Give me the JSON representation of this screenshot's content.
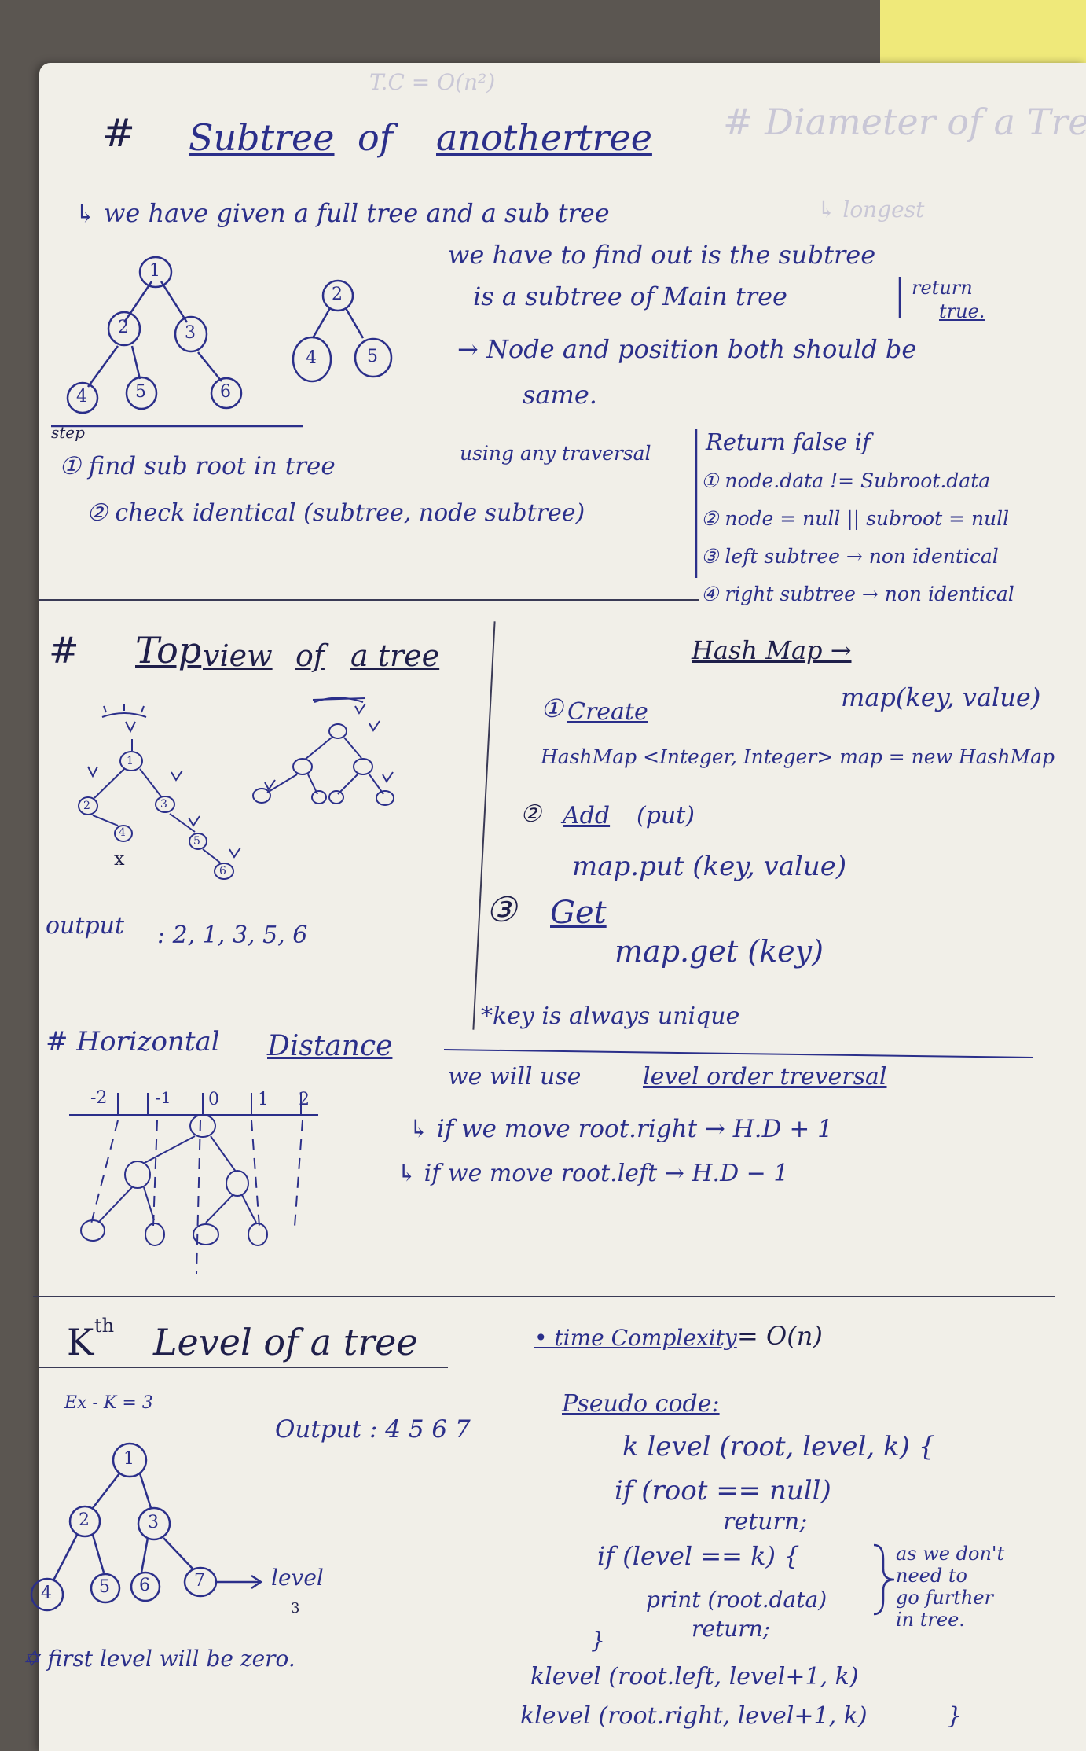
{
  "ghost": {
    "top_formula": "T.C = O(n²)",
    "right_title": "# Diameter of a Tree",
    "right_line": "↳ longest"
  },
  "section1": {
    "hash": "#",
    "title_a": "Subtree",
    "title_b": "of",
    "title_c": "another",
    "title_d": "tree",
    "line1": "↳ we have given a full tree and a sub tree",
    "line2": "we have to find out is the subtree",
    "line3": "is a subtree of Main tree",
    "line3_note_a": "return",
    "line3_note_b": "true.",
    "arrow_note_a": "→ Node and position both should be",
    "arrow_note_b": "same.",
    "tree_main": [
      "1",
      "2",
      "3",
      "4",
      "5",
      "6"
    ],
    "tree_sub": [
      "2",
      "4",
      "5"
    ],
    "step_label": "step",
    "step1": "① find sub root in tree",
    "step1_note": "using any traversal",
    "step2": "② check identical (subtree, node subtree)",
    "return_title": "Return false if",
    "return_items": [
      "① node.data != Subroot.data",
      "② node = null || subroot = null",
      "③ left subtree → non identical",
      "④ right subtree → non identical"
    ]
  },
  "section2": {
    "hash": "#",
    "title_a": "Top",
    "title_b": "view",
    "title_c": "of",
    "title_d": "a tree",
    "tree_labels": [
      "1",
      "2",
      "3",
      "4",
      "5",
      "6"
    ],
    "x_mark": "x",
    "output_label": "output",
    "output_value": ": 2, 1, 3, 5, 6"
  },
  "hashmap": {
    "title": "Hash Map →",
    "signature": "map(key, value)",
    "create_num": "①",
    "create_label": "Create",
    "create_code": "HashMap <Integer, Integer> map = new HashMap",
    "add_num": "②",
    "add_label": "Add",
    "add_paren": "(put)",
    "add_code": "map.put (key, value)",
    "get_num": "③",
    "get_label": "Get",
    "get_code": "map.get (key)",
    "note": "*key is always unique"
  },
  "section3": {
    "title_a": "# Horizontal",
    "title_b": "Distance",
    "axis_labels": [
      "-2",
      "-1",
      "0",
      "1",
      "2"
    ],
    "line1_a": "we will use",
    "line1_b": "level order treversal",
    "line2": "↳ if we move root.right → H.D + 1",
    "line3": "↳ if we move root.left → H.D − 1"
  },
  "section4": {
    "title_k": "K",
    "title_th": "th",
    "title_rest": "Level of a tree",
    "example": "Ex - K = 3",
    "output": "Output : 4 5 6 7",
    "tree_labels": [
      "1",
      "2",
      "3",
      "4",
      "5",
      "6",
      "7"
    ],
    "level_label": "level",
    "level_num": "3",
    "note": "✡ first level will be zero.",
    "time_a": "• time Complexity",
    "time_b": "= O(n)",
    "pseudo_title": "Pseudo code:",
    "code": [
      "k level (root, level, k) {",
      "if (root == null)",
      "return;",
      "if (level == k) {",
      "print (root.data)",
      "return;",
      "}",
      "klevel (root.left, level+1, k)",
      "klevel (root.right, level+1, k)",
      "}"
    ],
    "brace_note": [
      "as we don't",
      "need to",
      "go further",
      "in tree."
    ]
  }
}
